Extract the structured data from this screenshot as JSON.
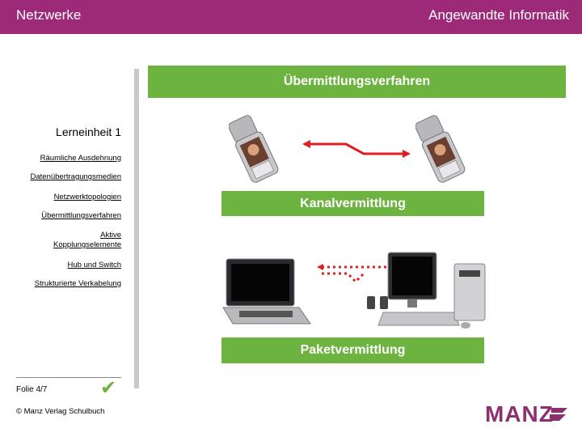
{
  "header": {
    "left_title": "Netzwerke",
    "right_title": "Angewandte Informatik"
  },
  "main": {
    "title": "Übermittlungsverfahren",
    "kanal_label": "Kanalvermittlung",
    "paket_label": "Paketvermittlung"
  },
  "sidebar": {
    "title": "Lerneinheit 1",
    "items": [
      "Räumliche Ausdehnung",
      "Datenübertragungsmedien",
      "Netzwerktopologien",
      "Übermittlungsverfahren",
      "Aktive",
      "Kopplungselemente",
      "Hub und Switch",
      "Strukturierte Verkabelung"
    ]
  },
  "footer": {
    "slide": "Folie 4/7",
    "copyright": "© Manz Verlag Schulbuch",
    "logo_text": "MANZ"
  },
  "colors": {
    "brand_bar": "#9c2a78",
    "green": "#6db33f",
    "arrow": "#e02020"
  }
}
